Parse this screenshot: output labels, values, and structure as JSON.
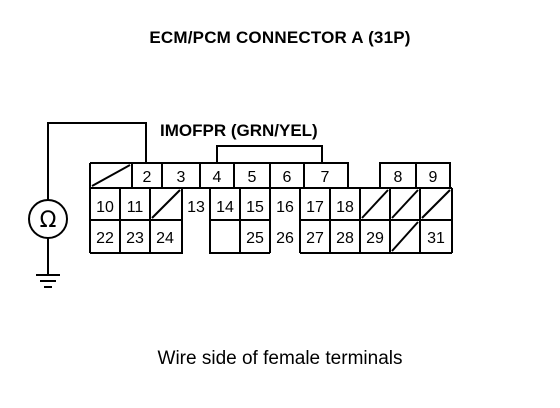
{
  "title": "ECM/PCM CONNECTOR A (31P)",
  "wire_label": "IMOFPR (GRN/YEL)",
  "caption": "Wire side of female terminals",
  "meter_symbol": "Ω",
  "probe_terminals": [
    "2",
    "4",
    "7"
  ],
  "terminals": {
    "row1": [
      "2",
      "3",
      "4",
      "5",
      "6",
      "7",
      "8",
      "9"
    ],
    "row2": [
      "10",
      "11",
      "13",
      "14",
      "15",
      "16",
      "17",
      "18"
    ],
    "row3": [
      "22",
      "23",
      "24",
      "25",
      "26",
      "27",
      "28",
      "29",
      "31"
    ]
  },
  "icons": [
    "ohmmeter-icon",
    "ground-icon"
  ]
}
